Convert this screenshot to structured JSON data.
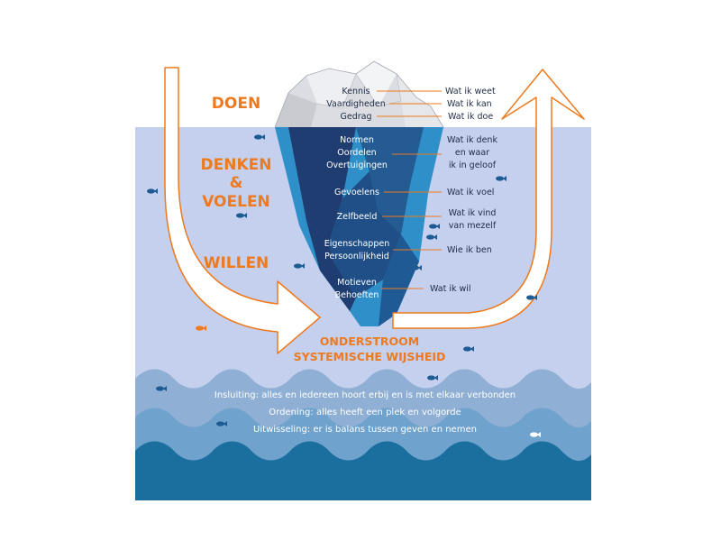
{
  "colors": {
    "orange": "#ee7a1f",
    "sea_light": "#c5cfee",
    "ice_dark": "#1f3d70",
    "ice_mid": "#245b92",
    "ice_light": "#2f8fc8",
    "wave_1": "#8fb0d4",
    "wave_2": "#6fa2cc",
    "wave_3": "#1b6f9f",
    "fish": "#1d5b93"
  },
  "layers": {
    "doen": "DOEN",
    "denken": "DENKEN",
    "amp": "&",
    "voelen": "VOELEN",
    "willen": "WILLEN"
  },
  "iceberg": {
    "kennis": "Kennis",
    "vaardigheden": "Vaardigheden",
    "gedrag": "Gedrag",
    "normen": "Normen",
    "oordelen": "Oordelen",
    "overtuigingen": "Overtuigingen",
    "gevoelens": "Gevoelens",
    "zelfbeeld": "Zelfbeeld",
    "eigenschappen": "Eigenschappen",
    "persoonlijkheid": "Persoonlijkheid",
    "motieven": "Motieven",
    "behoeften": "Behoeften"
  },
  "right_labels": {
    "weet": "Wat ik weet",
    "kan": "Wat ik kan",
    "doe": "Wat ik doe",
    "denk_1": "Wat ik denk",
    "denk_2": "en waar",
    "denk_3": "ik in geloof",
    "voel": "Wat ik voel",
    "vind_1": "Wat ik vind",
    "vind_2": "van mezelf",
    "ben": "Wie ik ben",
    "wil": "Wat ik wil"
  },
  "onderstroom": {
    "line1": "ONDERSTROOM",
    "line2": "SYSTEMISCHE WIJSHEID"
  },
  "principles": {
    "insluiting": "Insluiting: alles en iedereen hoort erbij en is met elkaar verbonden",
    "ordening": "Ordening: alles heeft een plek en volgorde",
    "uitwisseling": "Uitwisseling: er is balans tussen geven en nemen"
  }
}
